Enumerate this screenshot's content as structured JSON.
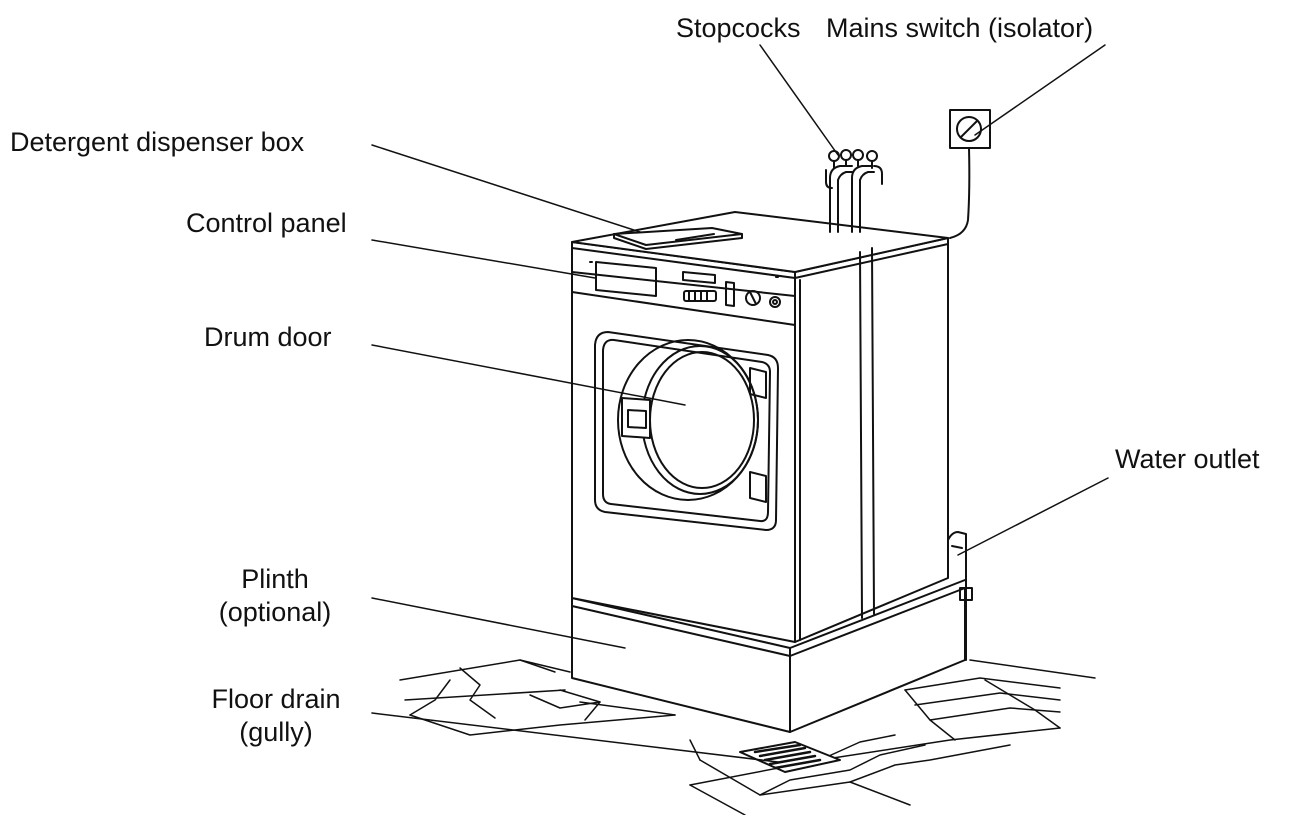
{
  "labels": {
    "stopcocks": "Stopcocks",
    "mains_switch": "Mains switch (isolator)",
    "detergent_box": "Detergent dispenser box",
    "control_panel": "Control panel",
    "drum_door": "Drum door",
    "water_outlet": "Water outlet",
    "plinth_line1": "Plinth",
    "plinth_line2": "(optional)",
    "floor_drain_line1": "Floor drain",
    "floor_drain_line2": "(gully)"
  },
  "colors": {
    "line": "#111111",
    "background": "#ffffff",
    "machine_fill": "#ffffff",
    "shade": "#f2f2f2"
  },
  "icons": [
    "washing-machine-illustration",
    "stopcock-icon",
    "isolator-switch-icon",
    "floor-drain-grate-icon"
  ]
}
